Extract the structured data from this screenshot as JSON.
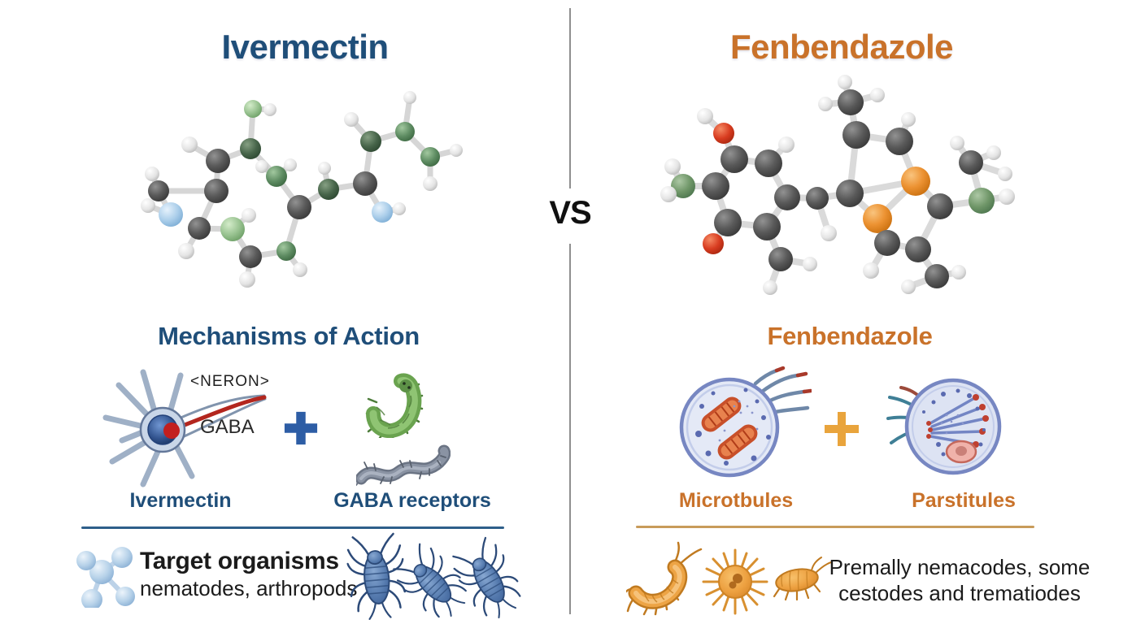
{
  "comparison": {
    "vs_label": "VS",
    "left": {
      "title": "Ivermectin",
      "mechanism_heading": "Mechanisms of Action",
      "neuron_label": "<NERON>",
      "neurotransmitter_label": "GABA",
      "factor1_label": "Ivermectin",
      "factor2_label": "GABA receptors",
      "target_heading": "Target organisms",
      "target_text": "nematodes, arthropods"
    },
    "right": {
      "title": "Fenbendazole",
      "mechanism_heading": "Fenbendazole",
      "factor1_label": "Microtbules",
      "factor2_label": "Parstitules",
      "target_text_line1": "Premally nemacodes, some",
      "target_text_line2": "cestodes and trematiodes"
    }
  },
  "colors": {
    "left_accent": "#1F4E79",
    "right_accent": "#C9722A",
    "left_rule": "#2E5F8A",
    "right_rule": "#C89B5A",
    "left_plus": "#2D5DA5",
    "right_plus": "#E9A43C",
    "vs_color": "#101010",
    "text_dark": "#1B1B1B"
  },
  "icons": {
    "left_molecule": "ivermectin-3d-molecule",
    "right_molecule": "fenbendazole-3d-molecule",
    "neuron": "neuron-illustration",
    "worm_green": "green-parasite-worm",
    "worm_gray": "gray-parasite-worm",
    "cell_rods": "cell-with-microtubule-rods",
    "cell_spindle": "cell-with-spindle-fibers",
    "molecule_small": "small-molecule-icon",
    "arthropods_blue": "blue-arthropod-icons",
    "parasites_orange": "orange-parasite-icons"
  }
}
